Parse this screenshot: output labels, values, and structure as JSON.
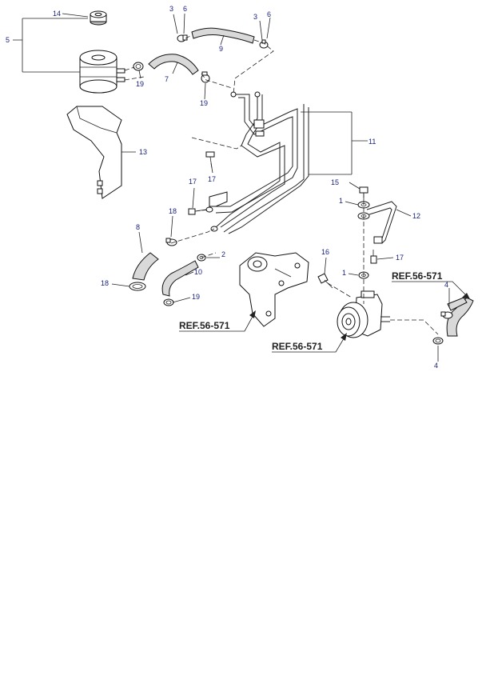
{
  "callouts": [
    {
      "id": "c14",
      "text": "14"
    },
    {
      "id": "c5",
      "text": "5"
    },
    {
      "id": "c3a",
      "text": "3"
    },
    {
      "id": "c6a",
      "text": "6"
    },
    {
      "id": "c3b",
      "text": "3"
    },
    {
      "id": "c6b",
      "text": "6"
    },
    {
      "id": "c9",
      "text": "9"
    },
    {
      "id": "c7",
      "text": "7"
    },
    {
      "id": "c19a",
      "text": "19"
    },
    {
      "id": "c19b",
      "text": "19"
    },
    {
      "id": "c13",
      "text": "13"
    },
    {
      "id": "c11",
      "text": "11"
    },
    {
      "id": "c17a",
      "text": "17"
    },
    {
      "id": "c17b",
      "text": "17"
    },
    {
      "id": "c15",
      "text": "15"
    },
    {
      "id": "c1a",
      "text": "1"
    },
    {
      "id": "c12",
      "text": "12"
    },
    {
      "id": "c18a",
      "text": "18"
    },
    {
      "id": "c8",
      "text": "8"
    },
    {
      "id": "c2",
      "text": "2"
    },
    {
      "id": "c17c",
      "text": "17"
    },
    {
      "id": "c16",
      "text": "16"
    },
    {
      "id": "c10",
      "text": "10"
    },
    {
      "id": "c1b",
      "text": "1"
    },
    {
      "id": "c18b",
      "text": "18"
    },
    {
      "id": "c19c",
      "text": "19"
    },
    {
      "id": "c4a",
      "text": "4"
    },
    {
      "id": "c4b",
      "text": "4"
    }
  ],
  "references": [
    {
      "id": "ref1",
      "text": "REF.56-571"
    },
    {
      "id": "ref2",
      "text": "REF.56-571"
    },
    {
      "id": "ref3",
      "text": "REF.56-571"
    }
  ]
}
